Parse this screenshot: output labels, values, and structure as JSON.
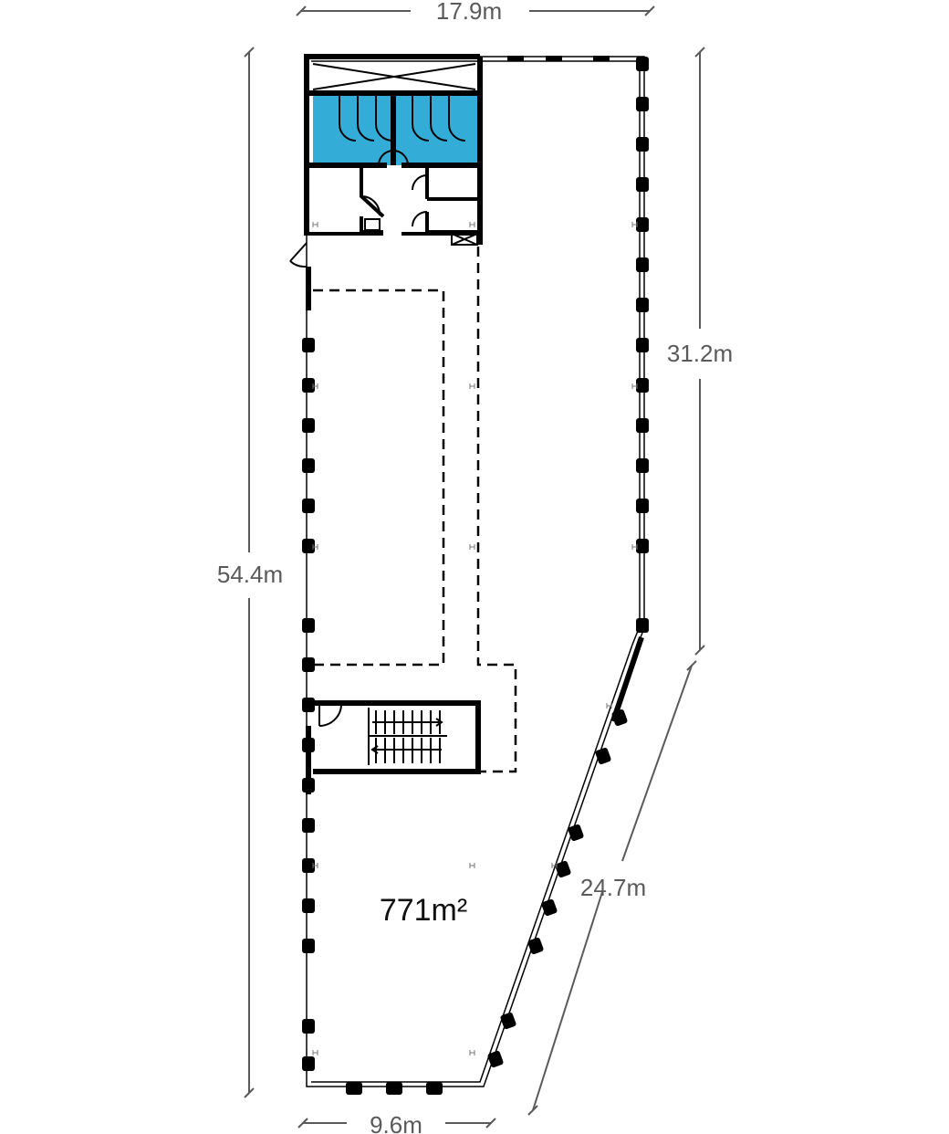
{
  "dimensions": {
    "top": "17.9m",
    "left": "54.4m",
    "right": "31.2m",
    "diagonal": "24.7m",
    "bottom": "9.6m"
  },
  "area": "771m²",
  "colors": {
    "wc_zone": "#33add8",
    "dimension": "#5a5a5a",
    "walls": "#000000"
  }
}
